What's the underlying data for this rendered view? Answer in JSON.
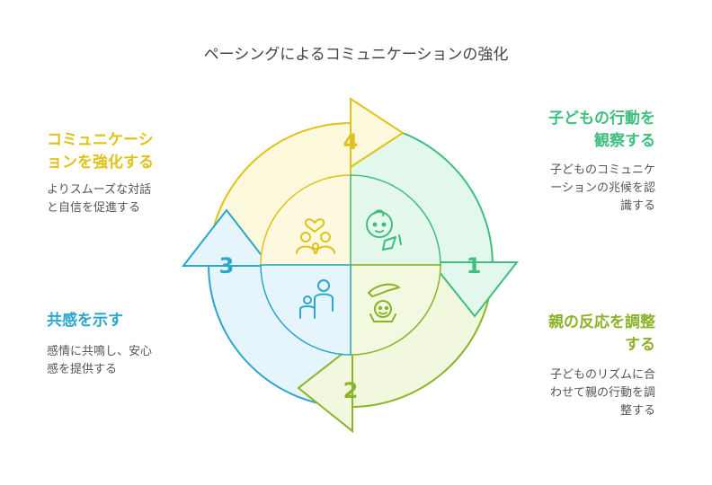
{
  "title": "ペーシングによるコミュニケーションの強化",
  "steps": [
    {
      "number": "1",
      "heading_lines": [
        "子どもの行動を",
        "観察する"
      ],
      "description_lines": [
        "子どものコミュニケ",
        "ーションの兆候を認",
        "識する"
      ],
      "color": "#3fbf7f",
      "icon": "baby-face-icon"
    },
    {
      "number": "2",
      "heading_lines": [
        "親の反応を調整",
        "する"
      ],
      "description_lines": [
        "子どものリズムに合",
        "わせて親の行動を調",
        "整する"
      ],
      "color": "#8ab32a",
      "icon": "hand-over-child-icon"
    },
    {
      "number": "3",
      "heading_lines": [
        "共感を示す"
      ],
      "description_lines": [
        "感情に共鳴し、安心",
        "感を提供する"
      ],
      "color": "#2aa7c9",
      "icon": "parent-child-icon"
    },
    {
      "number": "4",
      "heading_lines": [
        "コミュニケーシ",
        "ョンを強化する"
      ],
      "description_lines": [
        "よりスムーズな対話",
        "と自信を促進する"
      ],
      "color": "#e0c21c",
      "icon": "family-heart-icon"
    }
  ]
}
